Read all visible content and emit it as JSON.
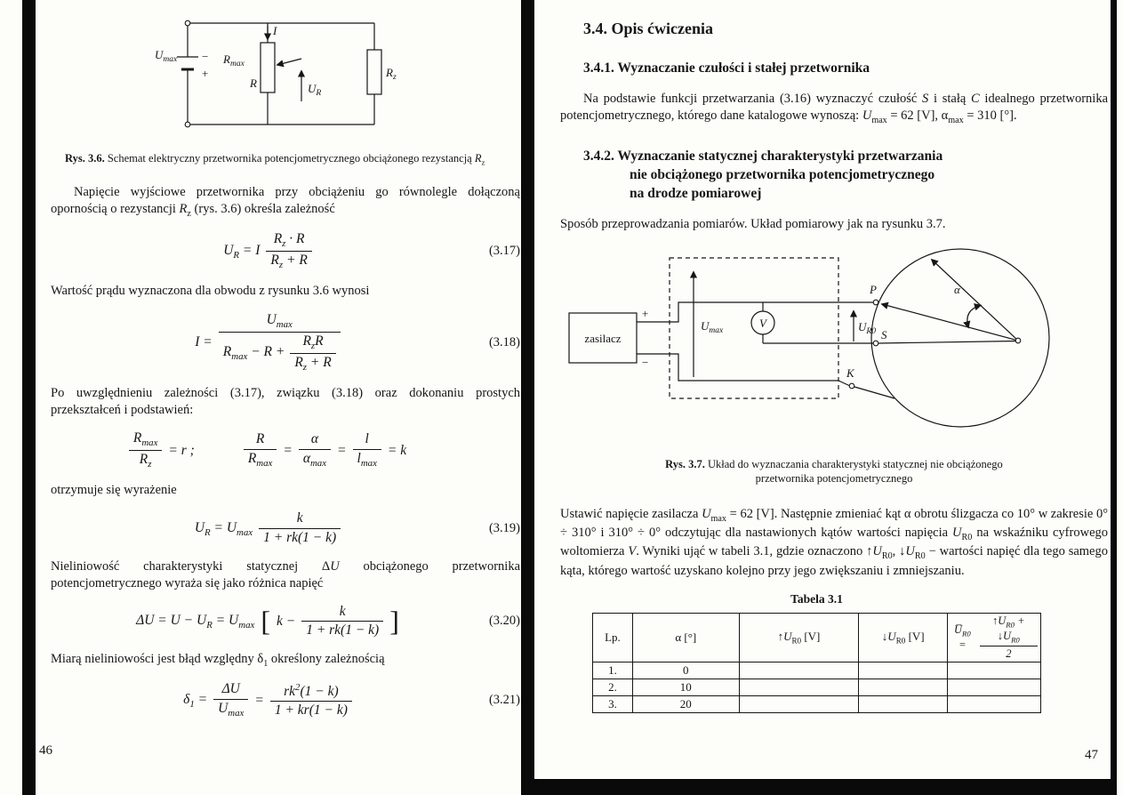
{
  "page_left": {
    "fig36": {
      "u_max": {
        "m": "U",
        "s": "max"
      },
      "minus": "−",
      "plus": "+",
      "i_label": "I",
      "r_max": {
        "m": "R",
        "s": "max"
      },
      "r_label": "R",
      "u_r": {
        "m": "U",
        "s": "R"
      },
      "r_z": {
        "m": "R",
        "s": "z"
      },
      "caption_bold": "Rys. 3.6.",
      "caption_rest": " Schemat elektryczny przetwornika potencjometrycznego obciążonego rezystancją <i>R</i><sub>z</sub>"
    },
    "para1": "Napięcie wyjściowe przetwornika przy obciążeniu go równolegle dołączoną opornością o rezystancji <i>R</i><sub>z</sub> (rys. 3.6) określa zależność",
    "eq317": {
      "label": "(3.17)",
      "lhs": "U<sub>R</sub> = I",
      "num": "R<sub>z</sub> · R",
      "den": "R<sub>z</sub> + R"
    },
    "para2": "Wartość prądu wyznaczona dla obwodu z rysunku 3.6 wynosi",
    "eq318": {
      "label": "(3.18)",
      "lhs": "I =",
      "num": "U<sub>max</sub>",
      "den_pre": "R<sub>max</sub> − R +",
      "num2": "R<sub>z</sub>R",
      "den2": "R<sub>z</sub> + R"
    },
    "para3": "Po uwzględnieniu zależności (3.17), związku (3.18) oraz dokonaniu prostych przekształceń i podstawień:",
    "eqdefs": {
      "f1num": "R<sub>max</sub>",
      "f1den": "R<sub>z</sub>",
      "r1": "= r ;",
      "f2num": "R",
      "f2den": "R<sub>max</sub>",
      "e2": "=",
      "f3num": "α",
      "f3den": "α<sub>max</sub>",
      "e3": "=",
      "f4num": "l",
      "f4den": "l<sub>max</sub>",
      "rk": "= k"
    },
    "para4": "otrzymuje się wyrażenie",
    "eq319": {
      "label": "(3.19)",
      "lhs": "U<sub>R</sub> = U<sub>max</sub>",
      "num": "k",
      "den": "1 + rk(1 − k)"
    },
    "para5": "Nieliniowość charakterystyki statycznej Δ<i>U</i> obciążonego przetwornika potencjometrycznego wyraża się jako różnica napięć",
    "eq320": {
      "label": "(3.20)",
      "lhs": "ΔU = U − U<sub>R</sub> = U<sub>max</sub>",
      "lbr": "[",
      "pre": "k −",
      "num": "k",
      "den": "1 + rk(1 − k)",
      "rbr": "]"
    },
    "para6": "Miarą nieliniowości jest błąd względny δ<sub>1</sub> określony zależnością",
    "eq321": {
      "label": "(3.21)",
      "lhs": "δ<sub>1</sub> =",
      "num1": "ΔU",
      "den1": "U<sub>max</sub>",
      "eq": "=",
      "num2": "rk<sup>2</sup>(1 − k)",
      "den2": "1 + kr(1 − k)"
    },
    "page_number": "46"
  },
  "page_right": {
    "h_34": "3.4. Opis ćwiczenia",
    "h_341": "3.4.1. Wyznaczanie czułości i stałej przetwornika",
    "para1": "Na podstawie funkcji przetwarzania (3.16) wyznaczyć czułość <i>S</i> i stałą <i>C</i> idealnego przetwornika potencjometrycznego, którego dane katalogowe wynoszą: <i>U</i><sub>max</sub> = 62 [V], α<sub>max</sub> = 310 [°].",
    "h_342_l1": "3.4.2. Wyznaczanie statycznej charakterystyki przetwarzania",
    "h_342_l2": "nie obciążonego przetwornika potencjometrycznego",
    "h_342_l3": "na drodze pomiarowej",
    "para2": "Sposób przeprowadzania pomiarów. Układ pomiarowy jak na rysunku 3.7.",
    "fig37": {
      "zasilacz": "zasilacz",
      "plus": "+",
      "minus": "−",
      "u_max": {
        "m": "U",
        "s": "max"
      },
      "v_label": "V",
      "p_label": "P",
      "s_label": "S",
      "k_label": "K",
      "u_r0": {
        "m": "U",
        "s": "R0"
      },
      "alpha": "α",
      "caption_bold": "Rys. 3.7.",
      "caption_rest": " Układ do wyznaczania charakterystyki statycznej nie obciążonego",
      "caption_line2": "przetwornika potencjometrycznego"
    },
    "para3": "Ustawić napięcie zasilacza <i>U</i><sub>max</sub> = 62 [V]. Następnie zmieniać kąt α obrotu ślizgacza co 10° w zakresie 0° ÷ 310° i 310° ÷ 0° odczytując dla nastawionych kątów wartości napięcia <i>U</i><sub>R0</sub> na wskaźniku cyfrowego woltomierza <i>V</i>. Wyniki ująć w tabeli 3.1, gdzie oznaczono ↑<i>U</i><sub>R0</sub>, ↓<i>U</i><sub>R0</sub> − wartości napięć dla tego samego kąta, którego wartość uzyskano kolejno przy jego zwiększaniu i zmniejszaniu.",
    "table": {
      "title": "Tabela 3.1",
      "col_lp": "Lp.",
      "col_alpha": "α [°]",
      "col_up": "↑<i>U</i><sub>R0</sub> [V]",
      "col_down": "↓<i>U</i><sub>R0</sub> [V]",
      "col_avg_lhs": "<i>U̅</i><sub>R0</sub> =",
      "col_avg_num": "↑<i>U</i><sub>R0</sub> + ↓<i>U</i><sub>R0</sub>",
      "col_avg_den": "2",
      "rows": [
        {
          "lp": "1.",
          "alpha": "0"
        },
        {
          "lp": "2.",
          "alpha": "10"
        },
        {
          "lp": "3.",
          "alpha": "20"
        }
      ]
    },
    "page_number": "47"
  }
}
